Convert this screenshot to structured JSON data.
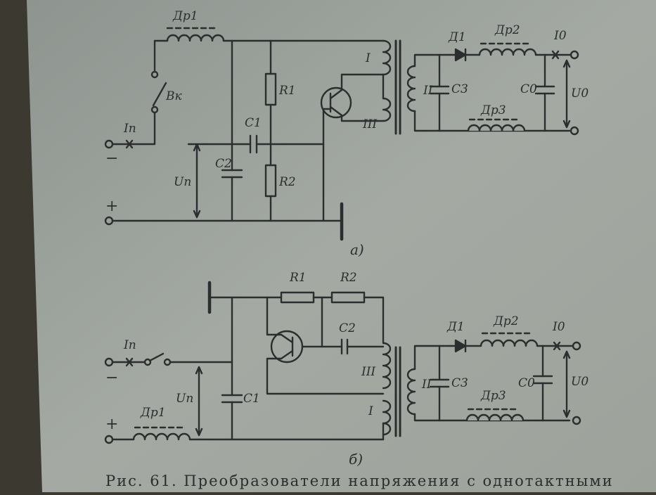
{
  "diagram_a": {
    "labels": {
      "dr1": "Др1",
      "vk": "Вк",
      "i_p": "Iп",
      "minus": "−",
      "plus": "+",
      "u_p": "Uп",
      "c1": "C1",
      "c2": "C2",
      "r1": "R1",
      "r2": "R2",
      "winding_1": "I",
      "winding_2": "II",
      "winding_3": "III",
      "d1": "Д1",
      "dr2": "Др2",
      "dr3": "Др3",
      "c3": "C3",
      "c0": "C0",
      "i0": "I0",
      "u0": "U0"
    },
    "caption": "а)"
  },
  "diagram_b": {
    "labels": {
      "dr1": "Др1",
      "i_p": "Iп",
      "minus": "−",
      "plus": "+",
      "u_p": "Uп",
      "c1": "C1",
      "c2": "C2",
      "r1": "R1",
      "r2": "R2",
      "winding_1": "I",
      "winding_2": "II",
      "winding_3": "III",
      "d1": "Д1",
      "dr2": "Др2",
      "dr3": "Др3",
      "c3": "C3",
      "c0": "C0",
      "i0": "I0",
      "u0": "U0"
    },
    "caption": "б)"
  },
  "figure_caption": "Рис. 61. Преобразователи напряжения с однотактными"
}
